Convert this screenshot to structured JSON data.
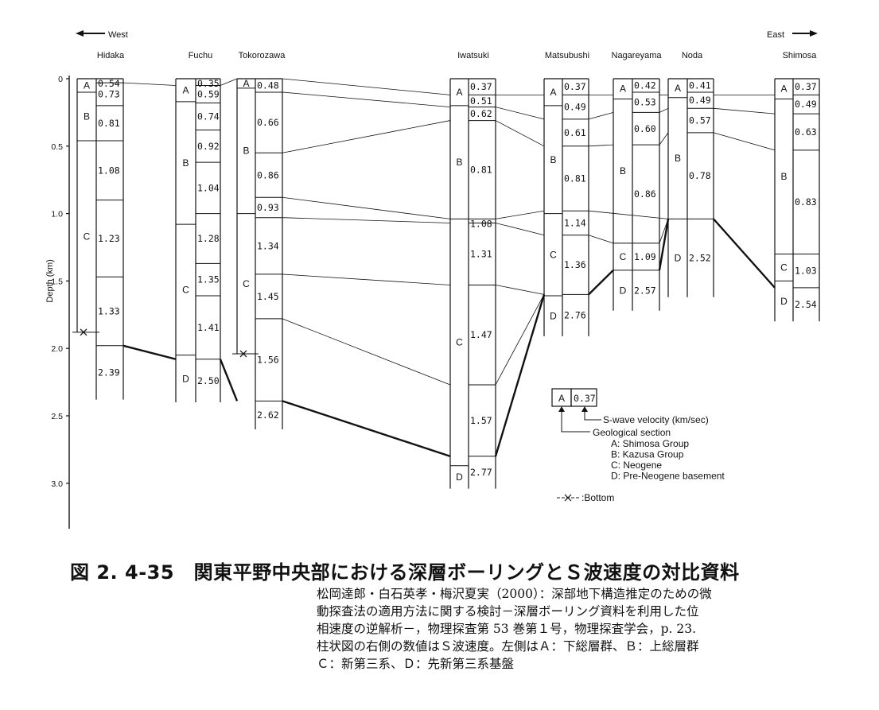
{
  "direction": {
    "west": "West",
    "east": "East"
  },
  "axis": {
    "label": "Depth (km)",
    "ticks": [
      {
        "value": 0,
        "label": "0"
      },
      {
        "value": 0.5,
        "label": "0.5"
      },
      {
        "value": 1.0,
        "label": "1.0"
      },
      {
        "value": 1.5,
        "label": "1.5"
      },
      {
        "value": 2.0,
        "label": "2.0"
      },
      {
        "value": 2.5,
        "label": "2.5"
      },
      {
        "value": 3.0,
        "label": "3.0"
      }
    ]
  },
  "boreholes": [
    {
      "name": "Hidaka",
      "total_depth": 1.88,
      "bottom_marker": 1.88,
      "geology": [
        {
          "label": "A",
          "top": 0,
          "bottom": 0.1
        },
        {
          "label": "B",
          "top": 0.1,
          "bottom": 0.46
        },
        {
          "label": "C",
          "top": 0.46,
          "bottom": 1.88
        }
      ],
      "velocities": [
        {
          "value": "0.54",
          "top": 0,
          "bottom": 0.03
        },
        {
          "value": "0.73",
          "top": 0.03,
          "bottom": 0.2
        },
        {
          "value": "0.81",
          "top": 0.2,
          "bottom": 0.46
        },
        {
          "value": "1.08",
          "top": 0.46,
          "bottom": 0.9
        },
        {
          "value": "1.23",
          "top": 0.9,
          "bottom": 1.47
        },
        {
          "value": "1.33",
          "top": 1.47,
          "bottom": 1.98
        },
        {
          "value": "2.39",
          "top": 1.98,
          "bottom": 2.38
        }
      ]
    },
    {
      "name": "Fuchu",
      "total_depth": 2.4,
      "geology": [
        {
          "label": "A",
          "top": 0,
          "bottom": 0.17
        },
        {
          "label": "B",
          "top": 0.17,
          "bottom": 1.08
        },
        {
          "label": "C",
          "top": 1.08,
          "bottom": 2.05
        },
        {
          "label": "D",
          "top": 2.05,
          "bottom": 2.4
        }
      ],
      "velocities": [
        {
          "value": "0.35",
          "top": 0,
          "bottom": 0.05
        },
        {
          "value": "0.59",
          "top": 0.05,
          "bottom": 0.18
        },
        {
          "value": "0.74",
          "top": 0.18,
          "bottom": 0.38
        },
        {
          "value": "0.92",
          "top": 0.38,
          "bottom": 0.62
        },
        {
          "value": "1.04",
          "top": 0.62,
          "bottom": 1.0
        },
        {
          "value": "1.28",
          "top": 1.0,
          "bottom": 1.37
        },
        {
          "value": "1.35",
          "top": 1.37,
          "bottom": 1.61
        },
        {
          "value": "1.41",
          "top": 1.61,
          "bottom": 2.08
        },
        {
          "value": "2.50",
          "top": 2.08,
          "bottom": 2.4
        }
      ]
    },
    {
      "name": "Tokorozawa",
      "total_depth": 2.04,
      "bottom_marker": 2.04,
      "geology": [
        {
          "label": "A",
          "top": 0,
          "bottom": 0.07
        },
        {
          "label": "B",
          "top": 0.07,
          "bottom": 1.0
        },
        {
          "label": "C",
          "top": 1.0,
          "bottom": 2.04
        }
      ],
      "velocities": [
        {
          "value": "0.48",
          "top": 0,
          "bottom": 0.1
        },
        {
          "value": "0.66",
          "top": 0.1,
          "bottom": 0.55
        },
        {
          "value": "0.86",
          "top": 0.55,
          "bottom": 0.88
        },
        {
          "value": "0.93",
          "top": 0.88,
          "bottom": 1.03
        },
        {
          "value": "1.34",
          "top": 1.03,
          "bottom": 1.45
        },
        {
          "value": "1.45",
          "top": 1.45,
          "bottom": 1.78
        },
        {
          "value": "1.56",
          "top": 1.78,
          "bottom": 2.39
        },
        {
          "value": "2.62",
          "top": 2.39,
          "bottom": 2.6
        }
      ]
    },
    {
      "name": "Iwatsuki",
      "total_depth": 3.04,
      "geology": [
        {
          "label": "A",
          "top": 0,
          "bottom": 0.2
        },
        {
          "label": "B",
          "top": 0.2,
          "bottom": 1.04
        },
        {
          "label": "C",
          "top": 1.04,
          "bottom": 2.87
        },
        {
          "label": "D",
          "top": 2.87,
          "bottom": 3.04
        }
      ],
      "velocities": [
        {
          "value": "0.37",
          "top": 0,
          "bottom": 0.12
        },
        {
          "value": "0.51",
          "top": 0.12,
          "bottom": 0.21
        },
        {
          "value": "0.62",
          "top": 0.21,
          "bottom": 0.31
        },
        {
          "value": "0.81",
          "top": 0.31,
          "bottom": 1.04
        },
        {
          "value": "1.08",
          "top": 1.04,
          "bottom": 1.07
        },
        {
          "value": "1.31",
          "top": 1.07,
          "bottom": 1.53
        },
        {
          "value": "1.47",
          "top": 1.53,
          "bottom": 2.27
        },
        {
          "value": "1.57",
          "top": 2.27,
          "bottom": 2.8
        },
        {
          "value": "2.77",
          "top": 2.8,
          "bottom": 3.04
        }
      ]
    },
    {
      "name": "Matsubushi",
      "total_depth": 1.91,
      "geology": [
        {
          "label": "A",
          "top": 0,
          "bottom": 0.2
        },
        {
          "label": "B",
          "top": 0.2,
          "bottom": 1.0
        },
        {
          "label": "C",
          "top": 1.0,
          "bottom": 1.61
        },
        {
          "label": "D",
          "top": 1.61,
          "bottom": 1.91
        }
      ],
      "velocities": [
        {
          "value": "0.37",
          "top": 0,
          "bottom": 0.12
        },
        {
          "value": "0.49",
          "top": 0.12,
          "bottom": 0.3
        },
        {
          "value": "0.61",
          "top": 0.3,
          "bottom": 0.5
        },
        {
          "value": "0.81",
          "top": 0.5,
          "bottom": 0.98
        },
        {
          "value": "1.14",
          "top": 0.98,
          "bottom": 1.16
        },
        {
          "value": "1.36",
          "top": 1.16,
          "bottom": 1.6
        },
        {
          "value": "2.76",
          "top": 1.6,
          "bottom": 1.91
        }
      ]
    },
    {
      "name": "Nagareyama",
      "total_depth": 1.72,
      "geology": [
        {
          "label": "A",
          "top": 0,
          "bottom": 0.15
        },
        {
          "label": "B",
          "top": 0.15,
          "bottom": 1.22
        },
        {
          "label": "C",
          "top": 1.22,
          "bottom": 1.42
        },
        {
          "label": "D",
          "top": 1.42,
          "bottom": 1.72
        }
      ],
      "velocities": [
        {
          "value": "0.42",
          "top": 0,
          "bottom": 0.1
        },
        {
          "value": "0.53",
          "top": 0.1,
          "bottom": 0.25
        },
        {
          "value": "0.60",
          "top": 0.25,
          "bottom": 0.49
        },
        {
          "value": "0.86",
          "top": 0.49,
          "bottom": 1.22
        },
        {
          "value": "1.09",
          "top": 1.22,
          "bottom": 1.42
        },
        {
          "value": "2.57",
          "top": 1.42,
          "bottom": 1.72
        }
      ]
    },
    {
      "name": "Noda",
      "total_depth": 1.62,
      "geology": [
        {
          "label": "A",
          "top": 0,
          "bottom": 0.14
        },
        {
          "label": "B",
          "top": 0.14,
          "bottom": 1.04
        },
        {
          "label": "D",
          "top": 1.04,
          "bottom": 1.62
        }
      ],
      "velocities": [
        {
          "value": "0.41",
          "top": 0,
          "bottom": 0.1
        },
        {
          "value": "0.49",
          "top": 0.1,
          "bottom": 0.22
        },
        {
          "value": "0.57",
          "top": 0.22,
          "bottom": 0.4
        },
        {
          "value": "0.78",
          "top": 0.4,
          "bottom": 1.04
        },
        {
          "value": "2.52",
          "top": 1.04,
          "bottom": 1.62
        }
      ]
    },
    {
      "name": "Shimosa",
      "total_depth": 1.8,
      "geology": [
        {
          "label": "A",
          "top": 0,
          "bottom": 0.15
        },
        {
          "label": "B",
          "top": 0.15,
          "bottom": 1.3
        },
        {
          "label": "C",
          "top": 1.3,
          "bottom": 1.5
        },
        {
          "label": "D",
          "top": 1.5,
          "bottom": 1.8
        }
      ],
      "velocities": [
        {
          "value": "0.37",
          "top": 0,
          "bottom": 0.12
        },
        {
          "value": "0.49",
          "top": 0.12,
          "bottom": 0.26
        },
        {
          "value": "0.63",
          "top": 0.26,
          "bottom": 0.53
        },
        {
          "value": "0.83",
          "top": 0.53,
          "bottom": 1.3
        },
        {
          "value": "1.03",
          "top": 1.3,
          "bottom": 1.55
        },
        {
          "value": "2.54",
          "top": 1.55,
          "bottom": 1.8
        }
      ]
    }
  ],
  "correlations": [
    {
      "depths": [
        0.03,
        0.05,
        0.0,
        0.12,
        0.12,
        0.12,
        0.12,
        0.12
      ],
      "bold": false
    },
    {
      "depths": [
        null,
        null,
        0.1,
        0.21,
        0.3,
        0.25,
        0.22,
        0.26
      ],
      "bold": false
    },
    {
      "depths": [
        null,
        null,
        0.55,
        0.31,
        0.5,
        0.49,
        0.4,
        0.53
      ],
      "bold": false
    },
    {
      "depths": [
        null,
        null,
        0.88,
        1.04,
        0.98,
        null,
        1.04,
        null
      ],
      "bold": false
    },
    {
      "depths": [
        null,
        null,
        1.03,
        1.07,
        1.16,
        1.22,
        1.04,
        null
      ],
      "bold": false
    },
    {
      "depths": [
        null,
        null,
        1.45,
        1.53,
        1.6,
        1.42,
        1.04,
        null
      ],
      "bold": false
    },
    {
      "depths": [
        null,
        null,
        1.78,
        2.27,
        1.6,
        null,
        null,
        null
      ],
      "bold": false
    },
    {
      "depths": [
        1.98,
        2.08,
        2.39,
        2.8,
        1.6,
        1.42,
        1.04,
        1.55
      ],
      "bold": true
    }
  ],
  "legend": {
    "geo_sample": "A",
    "vel_sample": "0.37",
    "velocity_caption": "S-wave velocity (km/sec)",
    "section_caption": "Geological section",
    "items": [
      "A: Shimosa Group",
      "B: Kazusa Group",
      "C: Neogene",
      "D: Pre-Neogene basement"
    ],
    "bottom_caption": ":Bottom"
  },
  "caption": {
    "title": "図 2. 4-35　関東平野中央部における深層ボーリングとＳ波速度の対比資料",
    "source_lines": [
      "松岡達郎・白石英孝・梅沢夏実（2000）：深部地下構造推定のための微",
      "動探査法の適用方法に関する検討－深層ボーリング資料を利用した位",
      "相速度の逆解析－，物理探査第 53 巻第１号，物理探査学会，p. 23.",
      "柱状図の右側の数値はＳ波速度。左側はＡ：下総層群、Ｂ：上総層群",
      "Ｃ：新第三系、Ｄ：先新第三系基盤"
    ]
  }
}
